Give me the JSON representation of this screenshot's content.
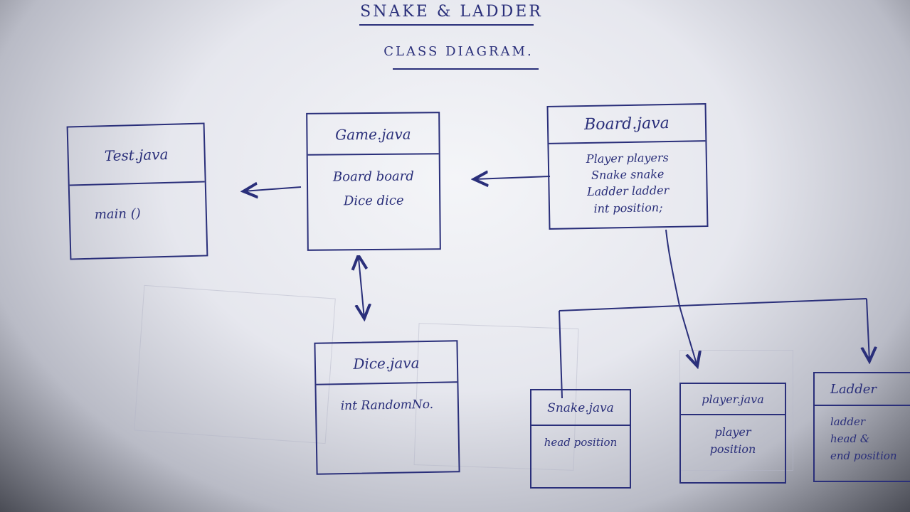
{
  "title": "SNAKE & LADDER",
  "subtitle": "CLASS DIAGRAM.",
  "classes": {
    "test": {
      "name": "Test.java",
      "attrs": [
        "main ()"
      ]
    },
    "game": {
      "name": "Game.java",
      "attrs": [
        "Board board",
        "Dice dice"
      ]
    },
    "board": {
      "name": "Board.java",
      "attrs": [
        "Player players",
        "Snake snake",
        "Ladder ladder",
        "int position;"
      ]
    },
    "dice": {
      "name": "Dice.java",
      "attrs": [
        "int RandomNo."
      ]
    },
    "snake": {
      "name": "Snake.java",
      "attrs": [
        "head position"
      ]
    },
    "player": {
      "name": "player.java",
      "attrs": [
        "player",
        "position"
      ]
    },
    "ladder": {
      "name": "Ladder",
      "attrs": [
        "ladder",
        "head &",
        "end position"
      ]
    }
  },
  "colors": {
    "ink": "#2a2f7a",
    "paper": "#eceef3"
  }
}
